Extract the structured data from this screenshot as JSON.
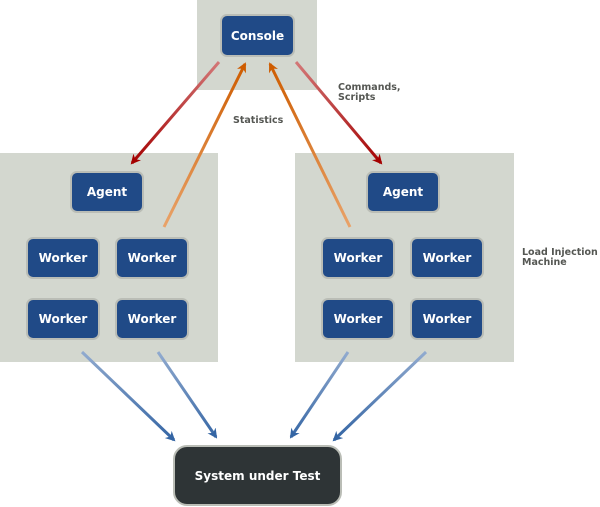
{
  "console": {
    "label": "Console"
  },
  "machines": [
    {
      "agent": "Agent",
      "workers": [
        "Worker",
        "Worker",
        "Worker",
        "Worker"
      ]
    },
    {
      "agent": "Agent",
      "workers": [
        "Worker",
        "Worker",
        "Worker",
        "Worker"
      ]
    }
  ],
  "system_under_test": {
    "label": "System under Test"
  },
  "labels": {
    "commands": "Commands,",
    "scripts": "Scripts",
    "statistics": "Statistics",
    "load_injection": "Load Injection",
    "machine": "Machine"
  },
  "colors": {
    "node_fill": "#204a87",
    "region_fill": "#d3d7cf",
    "sut_fill": "#2e3436",
    "commands_arrow": "#a40000",
    "statistics_arrow": "#ce5c00",
    "load_arrow": "#3465a4"
  }
}
